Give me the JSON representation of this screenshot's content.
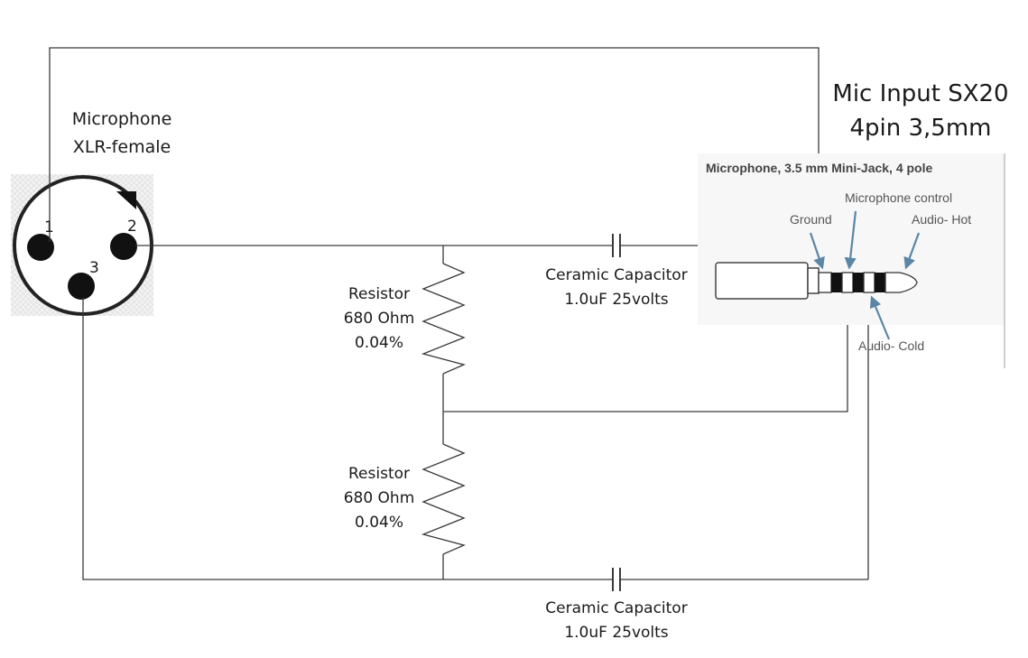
{
  "microphone": {
    "title_line1": "Microphone",
    "title_line2": "XLR-female",
    "pins": [
      "1",
      "2",
      "3"
    ]
  },
  "mic_input": {
    "title_line1": "Mic Input SX20",
    "title_line2": "4pin 3,5mm"
  },
  "jack_panel": {
    "title": "Microphone, 3.5 mm Mini-Jack, 4 pole",
    "labels": {
      "ground": "Ground",
      "mic_control": "Microphone control",
      "audio_hot": "Audio- Hot",
      "audio_cold": "Audio- Cold"
    }
  },
  "resistor_top": {
    "line1": "Resistor",
    "line2": "680 Ohm",
    "line3": "0.04%"
  },
  "resistor_bottom": {
    "line1": "Resistor",
    "line2": "680 Ohm",
    "line3": "0.04%"
  },
  "capacitor_top": {
    "line1": "Ceramic Capacitor",
    "line2": "1.0uF 25volts"
  },
  "capacitor_bottom": {
    "line1": "Ceramic Capacitor",
    "line2": "1.0uF 25volts"
  },
  "colors": {
    "wire": "#3a3a3a",
    "arrow": "#5b86a6",
    "panel_border": "#bfbfbf"
  }
}
